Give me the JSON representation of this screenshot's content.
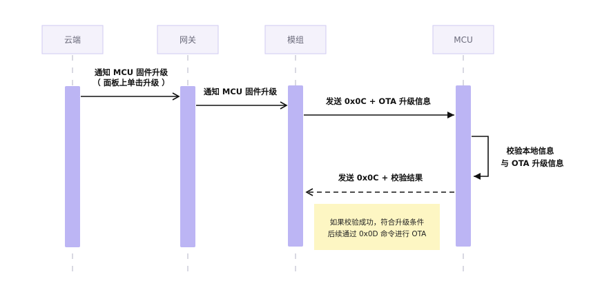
{
  "participants": [
    {
      "id": "cloud",
      "label": "云端"
    },
    {
      "id": "gateway",
      "label": "网关"
    },
    {
      "id": "module",
      "label": "模组"
    },
    {
      "id": "mcu",
      "label": "MCU"
    }
  ],
  "messages": [
    {
      "from": "cloud",
      "to": "gateway",
      "lines": [
        "通知 MCU 固件升级",
        "（ 面板上单击升级 ）"
      ],
      "style": "solid"
    },
    {
      "from": "gateway",
      "to": "module",
      "lines": [
        "通知 MCU 固件升级"
      ],
      "style": "solid"
    },
    {
      "from": "module",
      "to": "mcu",
      "lines": [
        "发送 0x0C + OTA 升级信息"
      ],
      "style": "solid"
    },
    {
      "from": "mcu",
      "to": "mcu",
      "lines": [
        "校验本地信息",
        "与 OTA 升级信息"
      ],
      "style": "solid"
    },
    {
      "from": "mcu",
      "to": "module",
      "lines": [
        "发送 0x0C + 校验结果"
      ],
      "style": "dashed"
    }
  ],
  "note": {
    "lines": [
      "如果校验成功，符合升级条件",
      "后续通过 0x0D 命令进行 OTA"
    ],
    "color": "#fdf6c3"
  },
  "colors": {
    "activation": "#bcb5f4",
    "participant_fill": "#f4f2fb",
    "participant_stroke": "#cfcaf2"
  }
}
